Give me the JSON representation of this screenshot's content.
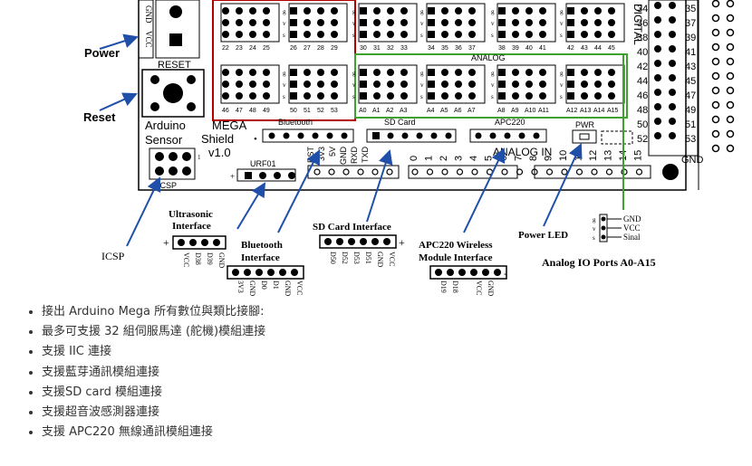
{
  "diagram": {
    "board_labels": {
      "gnd": "GND",
      "vcc": "VCC",
      "reset": "RESET",
      "arduino_sensor": "Arduino\nSensor",
      "mega_shield": "MEGA\nShield\nv1.0",
      "bluetooth": "Bluetooth",
      "sd_card": "SD Card",
      "apc220": "APC220",
      "pwr": "PWR",
      "analog": "ANALOG",
      "analog_in": "ANALOG IN",
      "digital": "DIGITAL",
      "urf01": "URF01",
      "icsp": "ICSP",
      "gnd_right": "GND"
    },
    "servo_top_numbers": [
      "22",
      "23",
      "24",
      "25",
      "26",
      "27",
      "28",
      "29",
      "30",
      "31",
      "32",
      "33",
      "34",
      "35",
      "36",
      "37",
      "38",
      "39",
      "40",
      "41",
      "42",
      "43",
      "44",
      "45"
    ],
    "servo_bottom_numbers": [
      "46",
      "47",
      "48",
      "49",
      "50",
      "51",
      "52",
      "53"
    ],
    "analog_numbers": [
      "A0",
      "A1",
      "A2",
      "A3",
      "A4",
      "A5",
      "A6",
      "A7",
      "A8",
      "A9",
      "A10",
      "A11",
      "A12",
      "A13",
      "A14",
      "A15"
    ],
    "svg_labels": [
      "G",
      "V",
      "S"
    ],
    "right_header_numbers": [
      "34",
      "35",
      "36",
      "37",
      "38",
      "39",
      "40",
      "41",
      "42",
      "43",
      "44",
      "45",
      "46",
      "47",
      "48",
      "49",
      "50",
      "51",
      "52",
      "53"
    ],
    "bluetooth_pins": [
      "RST",
      "3V3",
      "5V",
      "GND",
      "RXD",
      "TXD"
    ],
    "analog_in_numbers": [
      "0",
      "1",
      "2",
      "3",
      "4",
      "5",
      "6",
      "7",
      "8",
      "9",
      "10",
      "11",
      "12",
      "13",
      "14",
      "15"
    ],
    "callouts": {
      "power": "Power",
      "reset": "Reset",
      "icsp": "ICSP",
      "ultrasonic": "Ultrasonic\nInterface",
      "bluetooth_if": "Bluetooth\nInterface",
      "sdcard_if": "SD Card Interface",
      "apc220_if": "APC220 Wireless\nModule Interface",
      "power_led": "Power LED",
      "analog_io": "Analog IO Ports A0-A15"
    },
    "ultrasonic_pins": [
      "VCC",
      "D38",
      "D39",
      "GND"
    ],
    "bt_if_pins": [
      "3V3",
      "GND",
      "D0",
      "D1",
      "GND",
      "VCC"
    ],
    "sd_if_pins": [
      "D50",
      "D52",
      "D53",
      "D51",
      "GND",
      "VCC"
    ],
    "apc_if_pins": [
      "D19",
      "D18",
      "",
      "VCC",
      "GND"
    ],
    "legend_pins": [
      "GND",
      "VCC",
      "Sinal"
    ],
    "legend_letters": [
      "G",
      "V",
      "S"
    ]
  },
  "features": [
    "接出 Arduino Mega 所有數位與類比接腳:",
    "最多可支援 32 組伺服馬達 (舵機)模組連接",
    "支援 IIC 連接",
    "支援藍芽通訊模組連接",
    "支援SD card 模組連接",
    "支援超音波感測器連接",
    "支援 APC220 無線通訊模組連接"
  ]
}
